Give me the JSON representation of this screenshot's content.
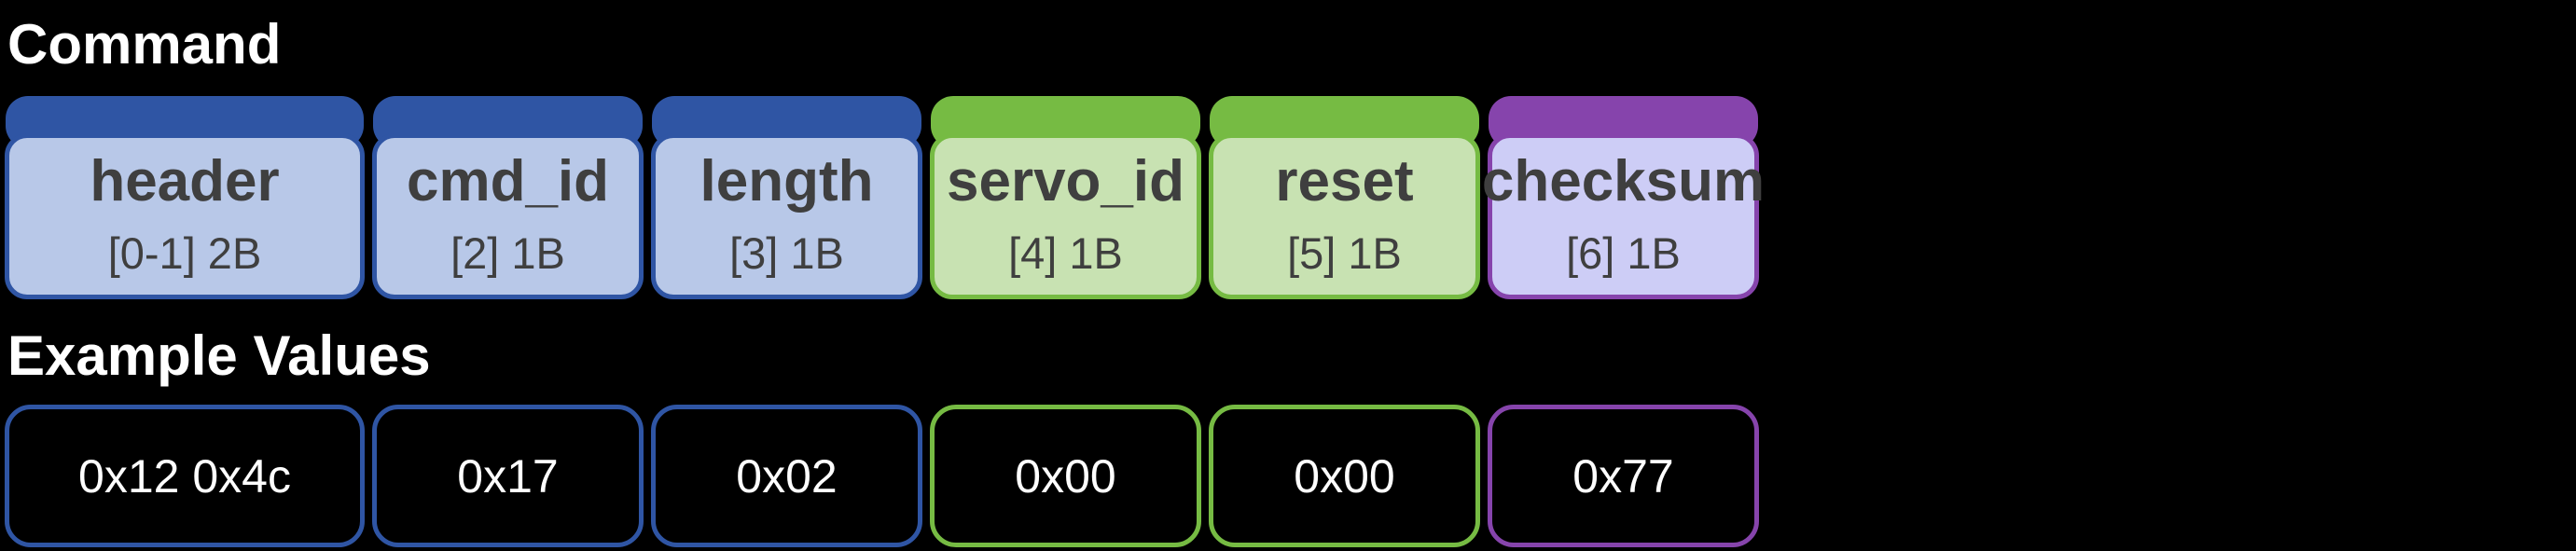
{
  "titles": {
    "command": "Command",
    "example_values": "Example Values"
  },
  "colors": {
    "background": "#000000",
    "blue": "#2F55A4",
    "blue_fill": "#B8C8E8",
    "green": "#76BB43",
    "green_fill": "#C8E2B2",
    "purple": "#8644AC",
    "purple_fill": "#CDCDF6",
    "label_text": "#3F3F3F",
    "value_text": "#FFFFFF"
  },
  "fields": [
    {
      "name": "header",
      "bytes_label": "[0-1] 2B",
      "example": "0x12 0x4c",
      "color": "blue",
      "bytes": 2
    },
    {
      "name": "cmd_id",
      "bytes_label": "[2] 1B",
      "example": "0x17",
      "color": "blue",
      "bytes": 1
    },
    {
      "name": "length",
      "bytes_label": "[3] 1B",
      "example": "0x02",
      "color": "blue",
      "bytes": 1
    },
    {
      "name": "servo_id",
      "bytes_label": "[4] 1B",
      "example": "0x00",
      "color": "green",
      "bytes": 1
    },
    {
      "name": "reset",
      "bytes_label": "[5] 1B",
      "example": "0x00",
      "color": "green",
      "bytes": 1
    },
    {
      "name": "checksum",
      "bytes_label": "[6] 1B",
      "example": "0x77",
      "color": "purple",
      "bytes": 1
    }
  ]
}
